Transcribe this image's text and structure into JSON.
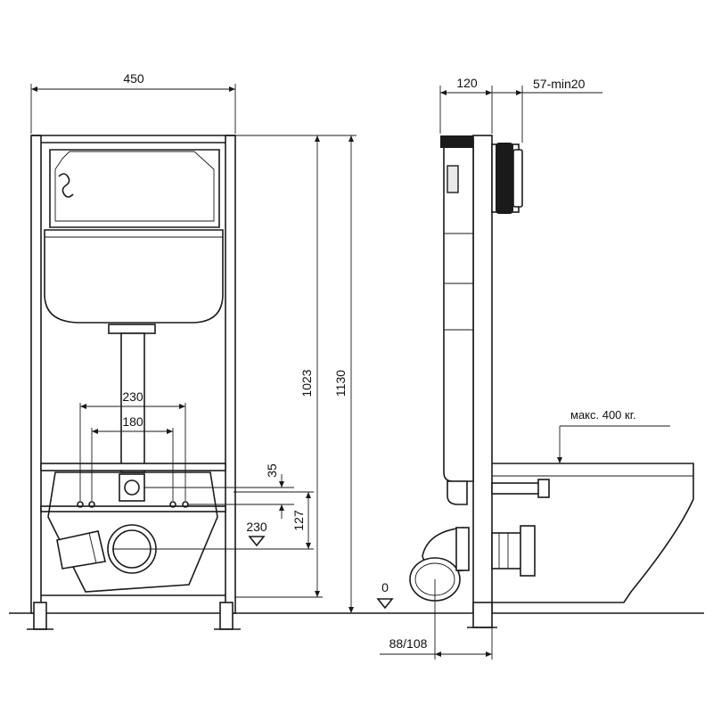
{
  "front_view": {
    "width": "450",
    "height_frame": "1130",
    "height_cistern": "1023",
    "spacing_outer": "230",
    "spacing_inner": "180",
    "drain_height": "230",
    "button_offset": "35",
    "stud_height": "127"
  },
  "side_view": {
    "depth": "120",
    "button_depth": "57-min20",
    "load_label": "макс. 400 кг.",
    "floor_level": "0",
    "pipe_diameter": "88/108"
  }
}
